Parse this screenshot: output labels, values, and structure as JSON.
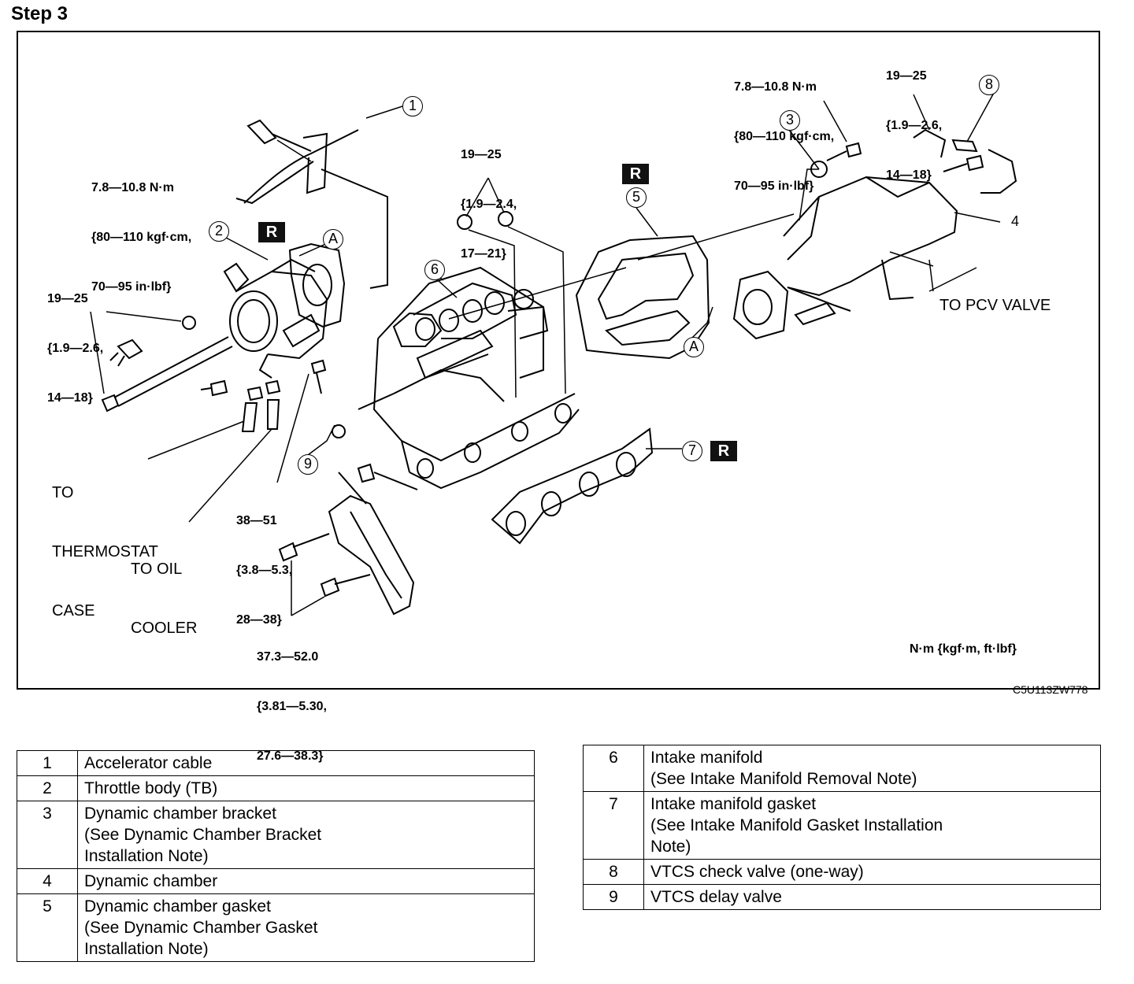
{
  "step_title": "Step 3",
  "figure_code": "C5U113ZW778",
  "units_note": "N·m {kgf·m, ft·lbf}",
  "badge_label": "R",
  "callouts": [
    "1",
    "2",
    "3",
    "4",
    "5",
    "6",
    "7",
    "8",
    "9",
    "A",
    "A"
  ],
  "torque_specs": {
    "accel_cable_bolt": [
      "7.8—10.8 N·m",
      "{80—110 kgf·cm,",
      "70—95 in·lbf}"
    ],
    "bracket_bolt": [
      "7.8—10.8 N·m",
      "{80—110 kgf·cm,",
      "70—95 in·lbf}"
    ],
    "chamber_top_bolt": [
      "19—25",
      "{1.9—2.6,",
      "14—18}"
    ],
    "manifold_nut": [
      "19—25",
      "{1.9—2.4,",
      "17—21}"
    ],
    "throttle_body_bolt": [
      "19—25",
      "{1.9—2.6,",
      "14—18}"
    ],
    "lower_bolt": [
      "38—51",
      "{3.8—5.3,",
      "28—38}"
    ],
    "bracket_lower_bolt": [
      "37.3—52.0",
      "{3.81—5.30,",
      "27.6—38.3}"
    ]
  },
  "hose_notes": {
    "thermostat": [
      "TO",
      "THERMOSTAT",
      "CASE"
    ],
    "oil_cooler": [
      "TO OIL",
      "COOLER"
    ],
    "pcv": [
      "TO PCV VALVE"
    ]
  },
  "legend_left": [
    {
      "num": "1",
      "lines": [
        "Accelerator cable"
      ]
    },
    {
      "num": "2",
      "lines": [
        "Throttle body (TB)"
      ]
    },
    {
      "num": "3",
      "lines": [
        "Dynamic chamber bracket",
        "(See  Dynamic Chamber Bracket",
        "Installation Note)"
      ]
    },
    {
      "num": "4",
      "lines": [
        "Dynamic chamber"
      ]
    },
    {
      "num": "5",
      "lines": [
        "Dynamic chamber gasket",
        "(See Dynamic Chamber Gasket",
        "Installation Note)"
      ]
    }
  ],
  "legend_right": [
    {
      "num": "6",
      "lines": [
        "Intake manifold",
        "(See Intake Manifold Removal Note)"
      ]
    },
    {
      "num": "7",
      "lines": [
        "Intake manifold gasket",
        "(See Intake Manifold Gasket Installation",
        "Note)"
      ]
    },
    {
      "num": "8",
      "lines": [
        "VTCS check valve (one-way)"
      ]
    },
    {
      "num": "9",
      "lines": [
        "VTCS delay valve"
      ]
    }
  ]
}
